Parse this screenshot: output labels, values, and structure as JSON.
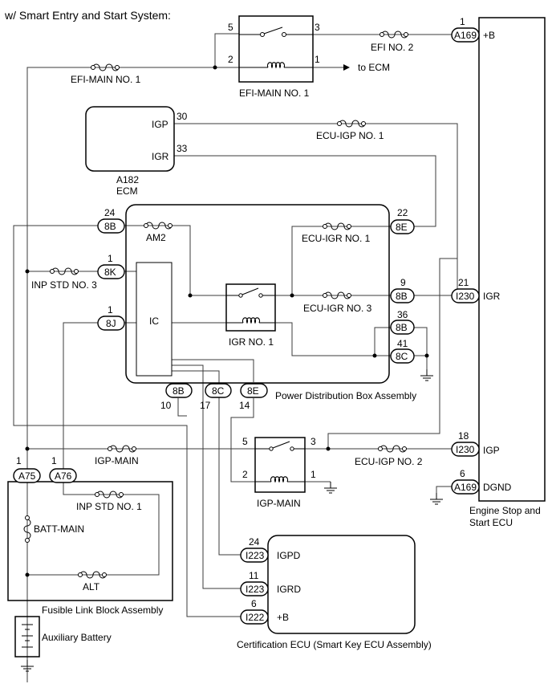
{
  "heading": "w/ Smart Entry and Start System:",
  "relays": {
    "efi_main": {
      "name": "EFI-MAIN NO. 1",
      "pin1": "1",
      "pin2": "2",
      "pin3": "3",
      "pin5": "5",
      "to_ecm": "to ECM"
    },
    "igr_no1": {
      "name": "IGR NO. 1"
    },
    "igp_main": {
      "name": "IGP-MAIN",
      "pin1": "1",
      "pin2": "2",
      "pin3": "3",
      "pin5": "5"
    }
  },
  "fuses": {
    "efi_main_no1": "EFI-MAIN NO. 1",
    "efi_no2": "EFI NO. 2",
    "ecu_igp_no1": "ECU-IGP NO. 1",
    "am2": "AM2",
    "ecu_igr_no1": "ECU-IGR NO. 1",
    "ecu_igr_no3": "ECU-IGR NO. 3",
    "inp_std_no3": "INP STD NO. 3",
    "igp_main_fuse": "IGP-MAIN",
    "ecu_igp_no2": "ECU-IGP NO. 2",
    "inp_std_no1": "INP STD NO. 1",
    "batt_main": "BATT-MAIN",
    "alt": "ALT"
  },
  "ecm": {
    "igp": "IGP",
    "igr": "IGR",
    "pin_igp": "30",
    "pin_igr": "33",
    "code": "A182",
    "name": "ECM"
  },
  "pdb": {
    "name": "Power Distribution Box Assembly",
    "ic": "IC",
    "connectors": {
      "8B": "8B",
      "8K": "8K",
      "8J": "8J",
      "8E": "8E",
      "8C": "8C"
    },
    "pins": {
      "p24": "24",
      "p1a": "1",
      "p1b": "1",
      "p22": "22",
      "p9": "9",
      "p36": "36",
      "p41": "41",
      "p10": "10",
      "p17": "17",
      "p14": "14"
    }
  },
  "engine_ecu": {
    "name_line1": "Engine Stop and",
    "name_line2": "Start ECU",
    "b": "+B",
    "igr": "IGR",
    "igp": "IGP",
    "dgnd": "DGND",
    "conn_a169": "A169",
    "conn_i230": "I230",
    "pin_b": "1",
    "pin_igr": "21",
    "pin_igp": "18",
    "pin_dgnd": "6"
  },
  "fusible_link": {
    "name": "Fusible Link Block Assembly",
    "a75": "A75",
    "a76": "A76",
    "pin_a75": "1",
    "pin_a76": "1"
  },
  "battery": {
    "name": "Auxiliary Battery"
  },
  "cert_ecu": {
    "name": "Certification ECU (Smart Key ECU Assembly)",
    "igpd": "IGPD",
    "igrd": "IGRD",
    "b": "+B",
    "conn_i223": "I223",
    "conn_i222": "I222",
    "pin_igpd": "24",
    "pin_igrd": "11",
    "pin_b": "6"
  }
}
